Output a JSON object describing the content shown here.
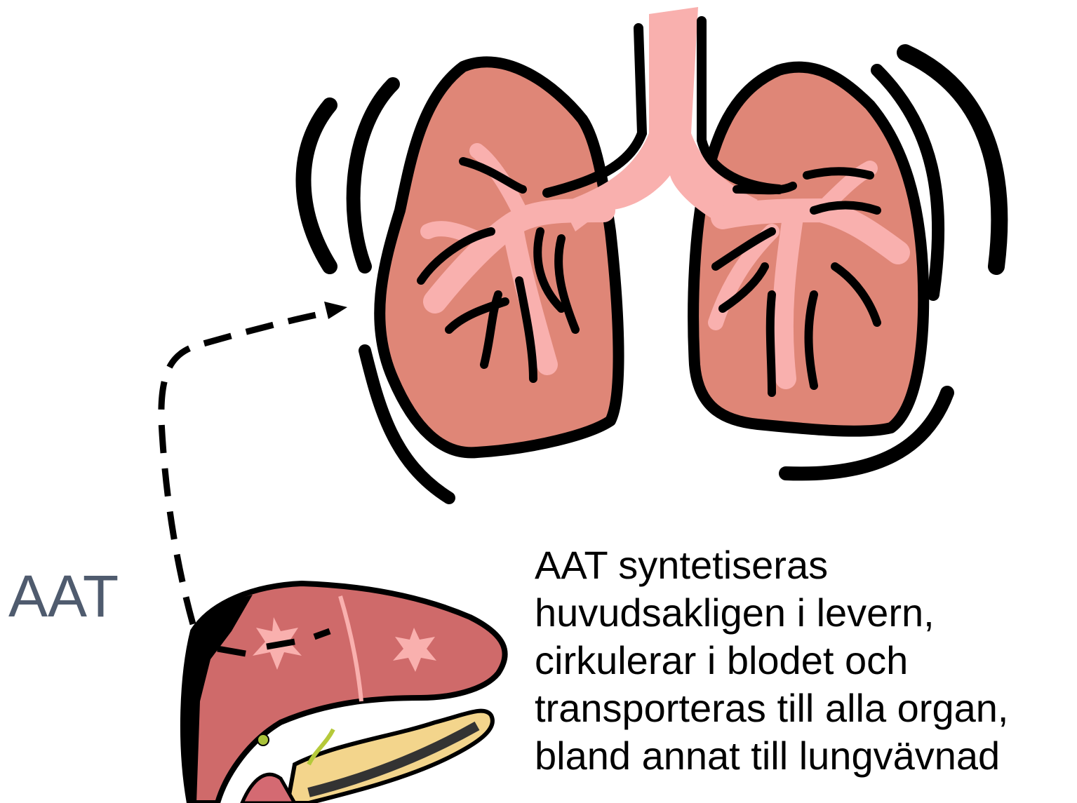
{
  "label": "AAT",
  "caption": {
    "lines": [
      "AAT syntetiseras",
      "huvudsakligen i levern,",
      "cirkulerar i blodet och",
      "transporteras till alla organ,",
      "bland annat till lungvävnad"
    ]
  },
  "images": {
    "lungs": "lungs-clipart",
    "liver": "liver-pancreas-clipart",
    "arrow": "dashed-arrow"
  },
  "colors": {
    "lung_fill": "#df8677",
    "airway_fill": "#f9b0ae",
    "liver_fill": "#cf6a6a",
    "pancreas_fill": "#f3d58c",
    "label_color": "#4f5b6e"
  }
}
